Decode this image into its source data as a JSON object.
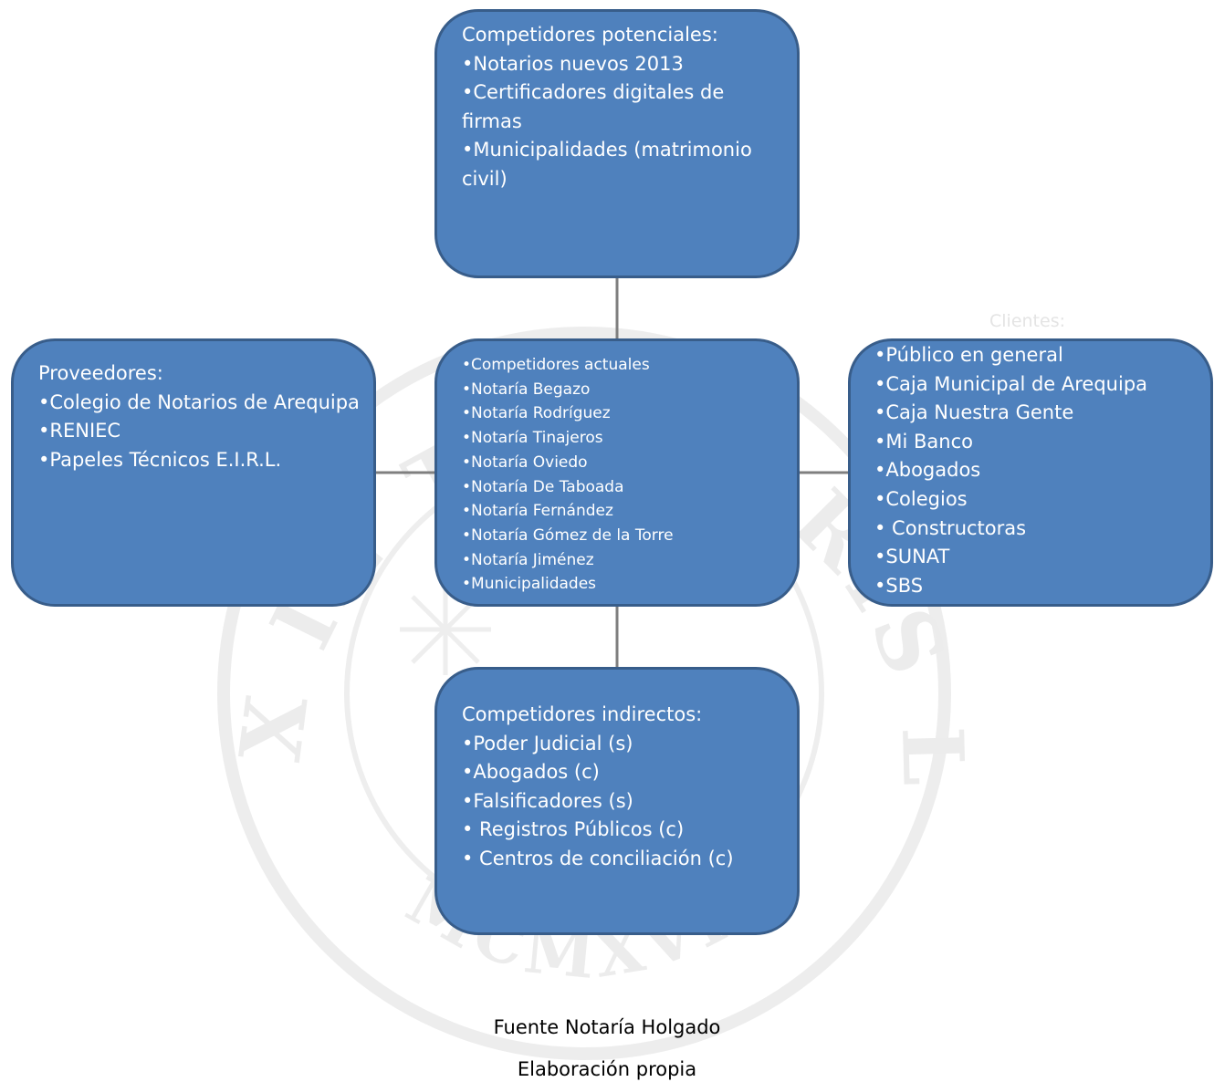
{
  "diagram": {
    "center_box": {
      "lines": [
        "•Competidores actuales",
        "•Notaría Begazo",
        "•Notaría Rodríguez",
        "•Notaría Tinajeros",
        "•Notaría Oviedo",
        "•Notaría De Taboada",
        "•Notaría Fernández",
        "•Notaría Gómez de la Torre",
        "•Notaría Jiménez",
        "•Municipalidades"
      ]
    },
    "top_box": {
      "title": "Competidores potenciales:",
      "lines": [
        "•Notarios nuevos 2013",
        "•Certificadores digitales de firmas",
        "•Municipalidades (matrimonio civil)"
      ]
    },
    "left_box": {
      "title": "Proveedores:",
      "lines": [
        "•Colegio de Notarios de Arequipa",
        "•RENIEC",
        "•Papeles Técnicos E.I.R.L."
      ]
    },
    "right_box": {
      "title": "Clientes:",
      "lines": [
        "•Público en general",
        "•Caja Municipal de Arequipa",
        "•Caja Nuestra Gente",
        "•Mi Banco",
        "•Abogados",
        "•Colegios",
        "• Constructoras",
        "•SUNAT",
        "•SBS"
      ]
    },
    "bottom_box": {
      "title": "Competidores indirectos:",
      "lines": [
        "•Poder Judicial  (s)",
        "•Abogados (c)",
        "•Falsificadores (s)",
        "• Registros Públicos (c)",
        "• Centros de conciliación (c)"
      ]
    }
  },
  "caption": {
    "source": "Fuente Notaría Holgado",
    "author": "Elaboración propia"
  },
  "watermark": {
    "seal_text": "ET LUX IN TENEBRIS LUCET",
    "year_numeral": "MCMXVII"
  },
  "colors": {
    "box_fill": "#4f81bd",
    "box_border": "#385d8a",
    "connector": "#7f7f7f",
    "box_text": "#ffffff",
    "watermark": "#e9e9e9"
  }
}
